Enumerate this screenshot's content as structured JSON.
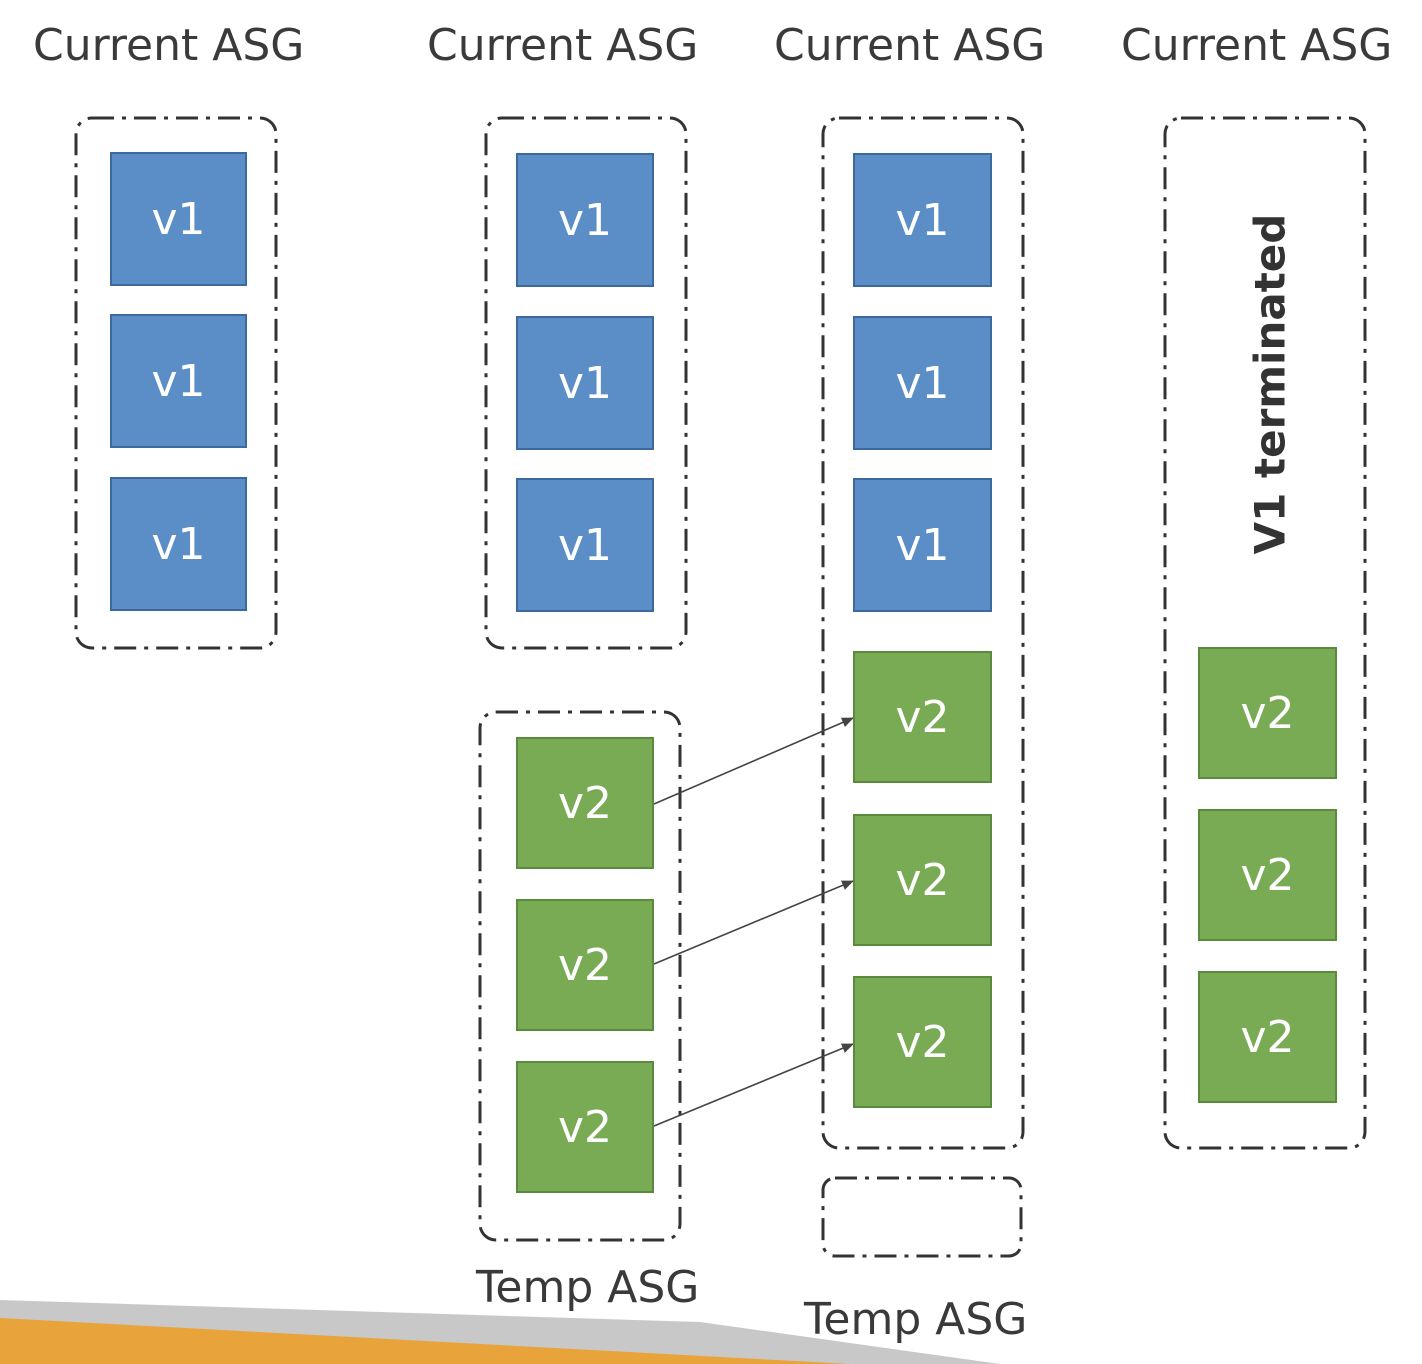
{
  "columns": [
    {
      "title": "Current ASG"
    },
    {
      "title": "Current ASG"
    },
    {
      "title": "Current ASG"
    },
    {
      "title": "Current ASG"
    }
  ],
  "temp_asg_label": "Temp ASG",
  "instances": {
    "v1": "v1",
    "v2": "v2"
  },
  "terminated_note": "V1 terminated",
  "colors": {
    "v1_fill": "#5b8ec7",
    "v2_fill": "#79ab55",
    "bottom_bar": "#e8a33a",
    "bottom_shadow": "#c8c8c8"
  }
}
